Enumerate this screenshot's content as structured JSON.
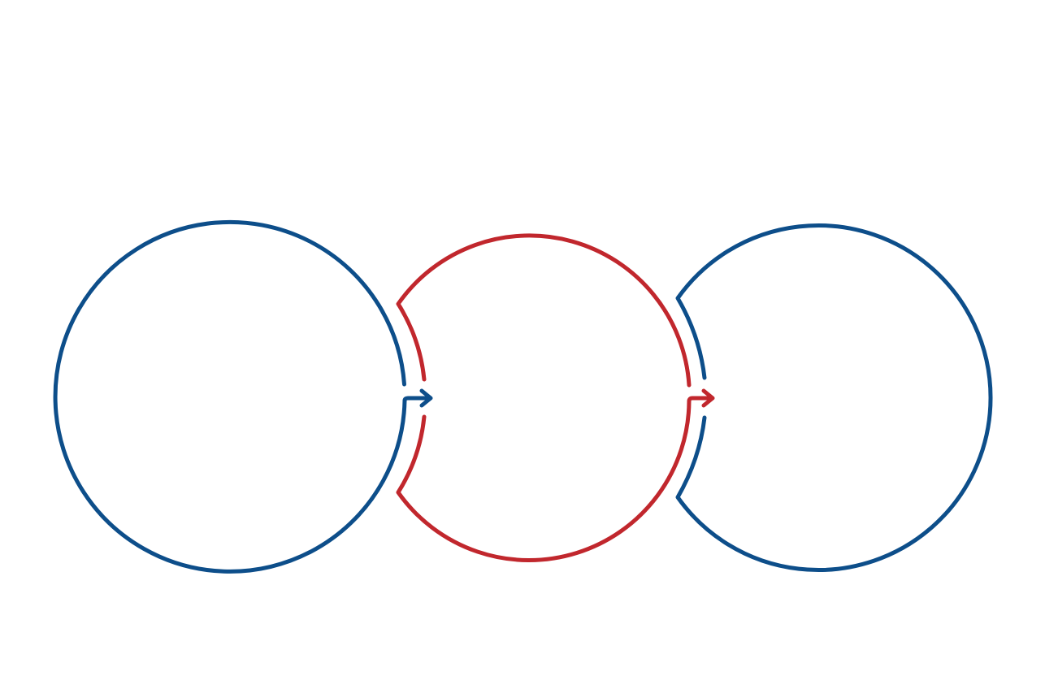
{
  "diagram": {
    "type": "linked-cycle",
    "colors": {
      "blue": "#0d4e8a",
      "red": "#c1272d"
    },
    "nodes": [
      {
        "id": "cycle-1",
        "color": "blue",
        "label": ""
      },
      {
        "id": "cycle-2",
        "color": "red",
        "label": ""
      },
      {
        "id": "cycle-3",
        "color": "blue",
        "label": ""
      }
    ],
    "links": [
      {
        "from": "cycle-1",
        "to": "cycle-2",
        "color": "blue",
        "icon": "arrow-right-icon"
      },
      {
        "from": "cycle-2",
        "to": "cycle-3",
        "color": "red",
        "icon": "arrow-right-icon"
      }
    ]
  }
}
